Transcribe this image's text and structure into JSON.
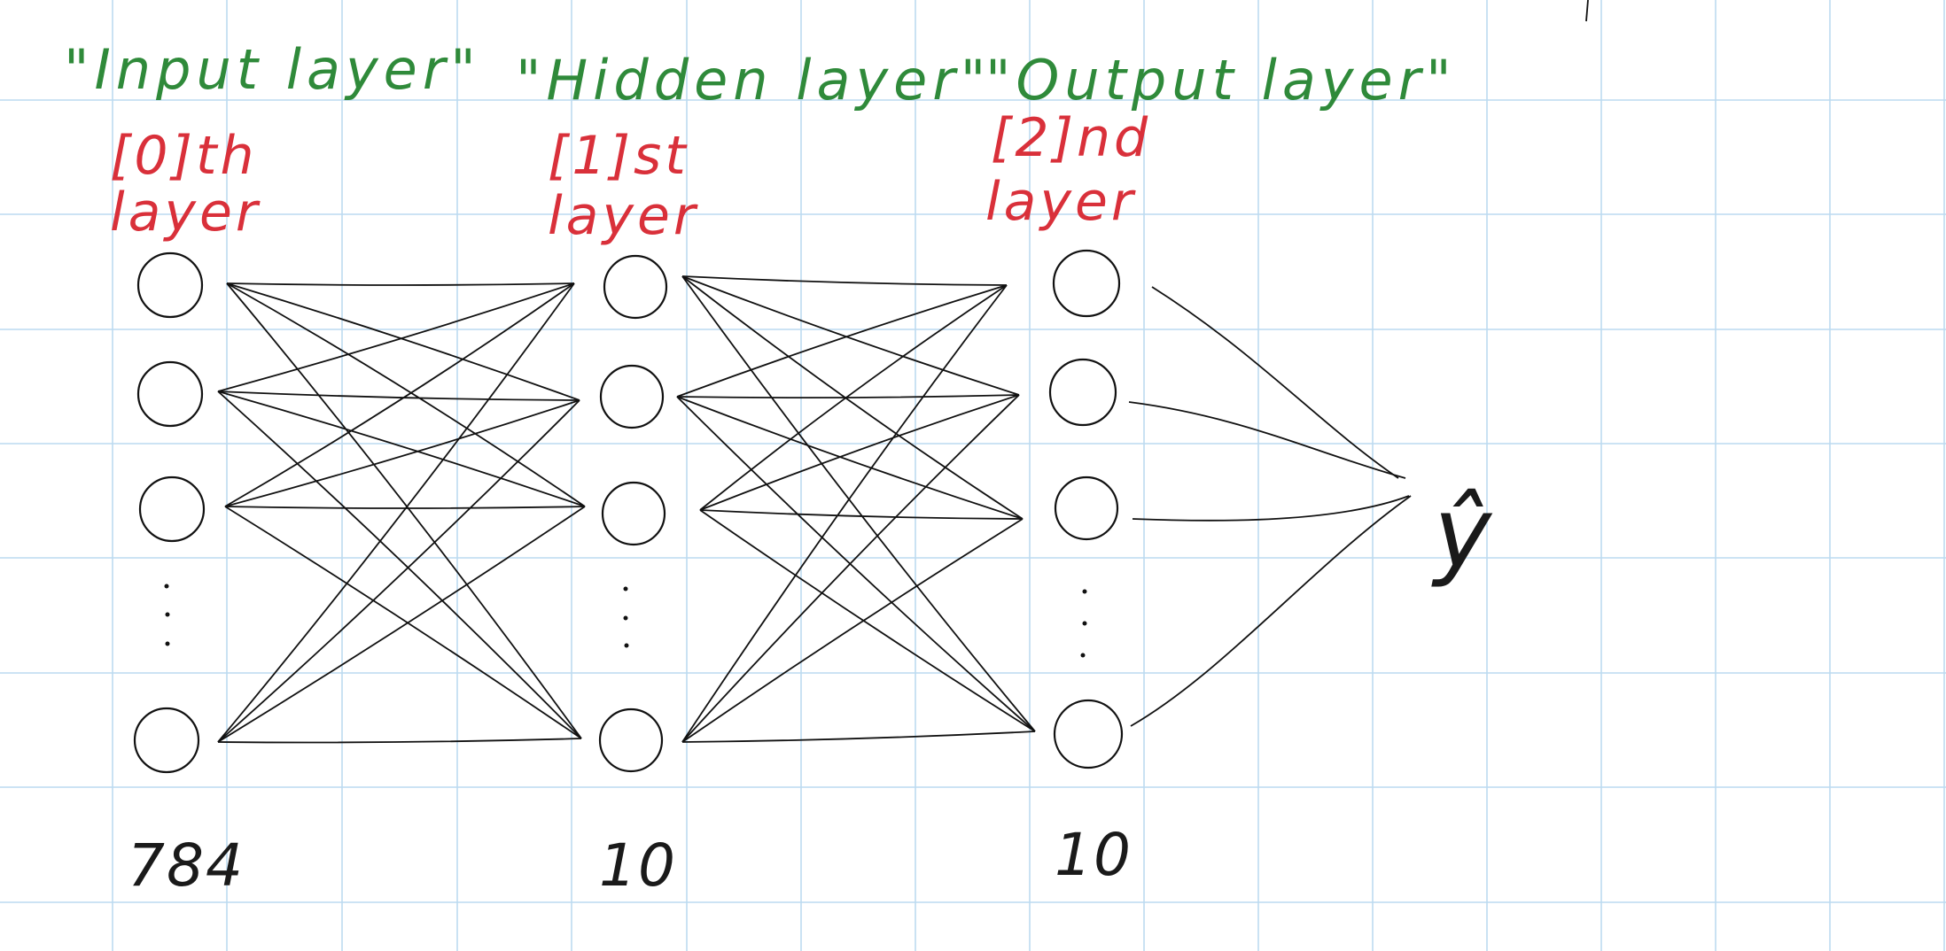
{
  "labels": {
    "input_layer": "\"Input layer\"",
    "hidden_layer": "\"Hidden layer\"",
    "output_layer": "\"Output layer\"",
    "layer0_index": "[0]th",
    "layer1_index": "[1]st",
    "layer2_index": "[2]nd",
    "layer_word": "layer",
    "input_count": "784",
    "hidden_count": "10",
    "output_count": "10",
    "prediction": "ŷ"
  },
  "colors": {
    "layer_name": "#2f8a3a",
    "layer_index": "#d9303a",
    "ink": "#111111",
    "grid": "#bcdaf0"
  }
}
